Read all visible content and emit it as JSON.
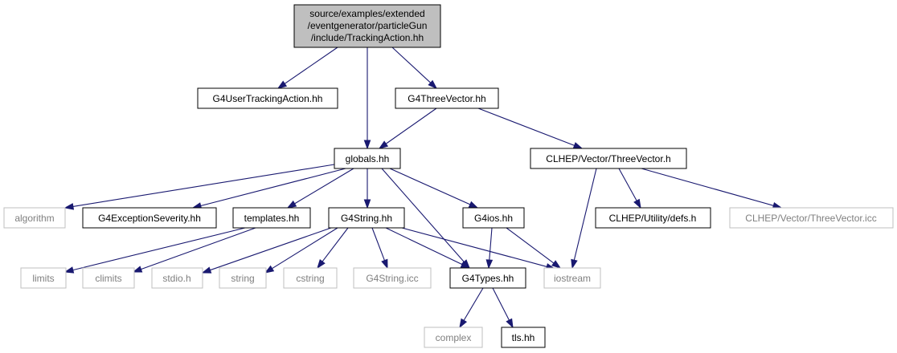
{
  "nodes": {
    "root": {
      "lines": [
        "source/examples/extended",
        "/eventgenerator/particleGun",
        "/include/TrackingAction.hh"
      ]
    },
    "g4usertrackingaction": {
      "label": "G4UserTrackingAction.hh"
    },
    "g4threevector": {
      "label": "G4ThreeVector.hh"
    },
    "globals": {
      "label": "globals.hh"
    },
    "clhep_threevector_h": {
      "label": "CLHEP/Vector/ThreeVector.h"
    },
    "algorithm": {
      "label": "algorithm"
    },
    "g4exceptionseverity": {
      "label": "G4ExceptionSeverity.hh"
    },
    "templates": {
      "label": "templates.hh"
    },
    "g4string": {
      "label": "G4String.hh"
    },
    "g4ios": {
      "label": "G4ios.hh"
    },
    "clhep_defs": {
      "label": "CLHEP/Utility/defs.h"
    },
    "clhep_threevector_icc": {
      "label": "CLHEP/Vector/ThreeVector.icc"
    },
    "limits": {
      "label": "limits"
    },
    "climits": {
      "label": "climits"
    },
    "stdio": {
      "label": "stdio.h"
    },
    "string": {
      "label": "string"
    },
    "cstring": {
      "label": "cstring"
    },
    "g4string_icc": {
      "label": "G4String.icc"
    },
    "g4types": {
      "label": "G4Types.hh"
    },
    "iostream": {
      "label": "iostream"
    },
    "complex": {
      "label": "complex"
    },
    "tls": {
      "label": "tls.hh"
    }
  },
  "edges": [
    [
      "root",
      "g4usertrackingaction"
    ],
    [
      "root",
      "g4threevector"
    ],
    [
      "root",
      "globals"
    ],
    [
      "g4threevector",
      "globals"
    ],
    [
      "g4threevector",
      "clhep_threevector_h"
    ],
    [
      "globals",
      "algorithm"
    ],
    [
      "globals",
      "g4exceptionseverity"
    ],
    [
      "globals",
      "templates"
    ],
    [
      "globals",
      "g4string"
    ],
    [
      "globals",
      "g4ios"
    ],
    [
      "globals",
      "g4types"
    ],
    [
      "templates",
      "limits"
    ],
    [
      "templates",
      "climits"
    ],
    [
      "g4string",
      "stdio"
    ],
    [
      "g4string",
      "string"
    ],
    [
      "g4string",
      "cstring"
    ],
    [
      "g4string",
      "g4string_icc"
    ],
    [
      "g4string",
      "g4types"
    ],
    [
      "g4string",
      "iostream"
    ],
    [
      "g4ios",
      "g4types"
    ],
    [
      "g4ios",
      "iostream"
    ],
    [
      "clhep_threevector_h",
      "clhep_defs"
    ],
    [
      "clhep_threevector_h",
      "clhep_threevector_icc"
    ],
    [
      "clhep_threevector_h",
      "iostream"
    ],
    [
      "g4types",
      "complex"
    ],
    [
      "g4types",
      "tls"
    ]
  ],
  "colors": {
    "edge": "#191970",
    "root_fill": "#bfbfbf",
    "node_border": "#000000",
    "external_border": "#bfbfbf",
    "external_text": "#7f7f7f"
  }
}
